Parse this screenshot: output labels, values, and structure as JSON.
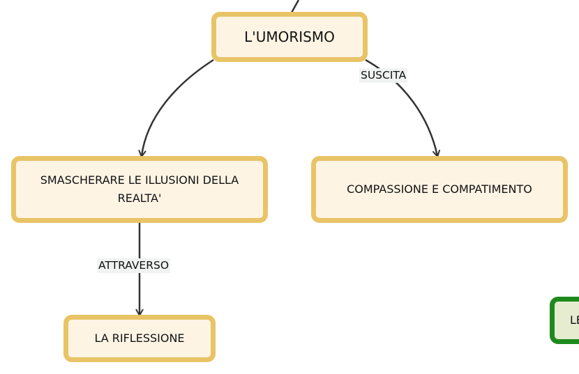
{
  "colors": {
    "node_fill": "#fdf4e4",
    "node_border": "#e8c467",
    "green_border": "#1e8a1e",
    "edge": "#333333"
  },
  "nodes": {
    "umorismo": "L'UMORISMO",
    "smascherare": "SMASCHERARE LE ILLUSIONI DELLA REALTA'",
    "compassione": "COMPASSIONE E COMPATIMENTO",
    "riflessione": "LA RIFLESSIONE",
    "partial_right": "LE"
  },
  "edge_labels": {
    "suscita": "SUSCITA",
    "attraverso": "ATTRAVERSO"
  }
}
